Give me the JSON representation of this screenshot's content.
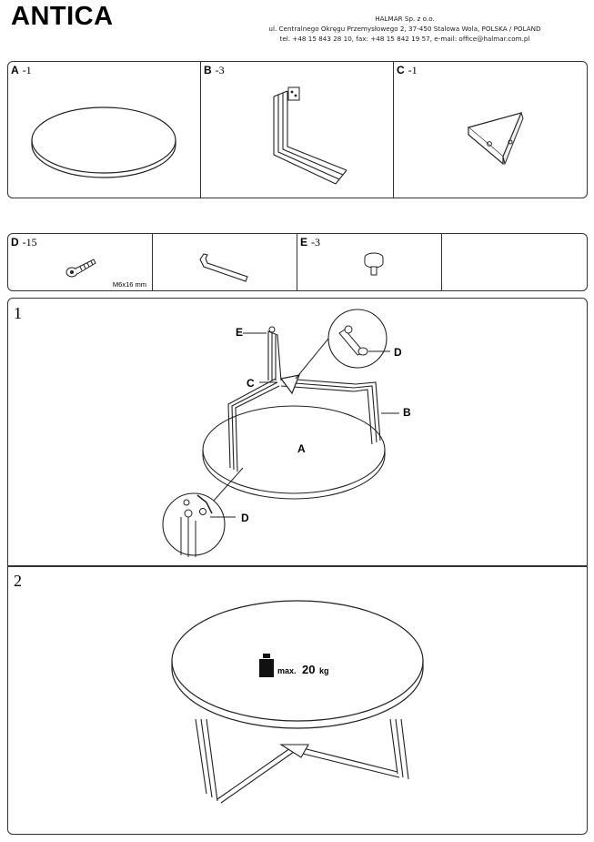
{
  "header": {
    "product_name": "ANTICA",
    "company_line1": "HALMAR Sp. z o.o.",
    "company_line2": "ul. Centralnego Okręgu Przemysłowego 2, 37-450 Stalowa Wola, POLSKA / POLAND",
    "company_line3": "tel. +48 15 843 28 10, fax: +48 15 842 19 57, e-mail: office@halmar.com.pl"
  },
  "parts": [
    {
      "letter": "A",
      "qty": "-1"
    },
    {
      "letter": "B",
      "qty": "-3"
    },
    {
      "letter": "C",
      "qty": "-1"
    }
  ],
  "hardware": [
    {
      "letter": "D",
      "qty": "-15",
      "size": "M6x16 mm"
    },
    {
      "letter": "E",
      "qty": "-3"
    }
  ],
  "step1": {
    "number": "1",
    "labels": {
      "E": "E",
      "C": "C",
      "D_top": "D",
      "B": "B",
      "A": "A",
      "D_bottom": "D"
    }
  },
  "step2": {
    "number": "2",
    "max_label": "max.",
    "max_value": "20",
    "max_unit": "kg"
  }
}
